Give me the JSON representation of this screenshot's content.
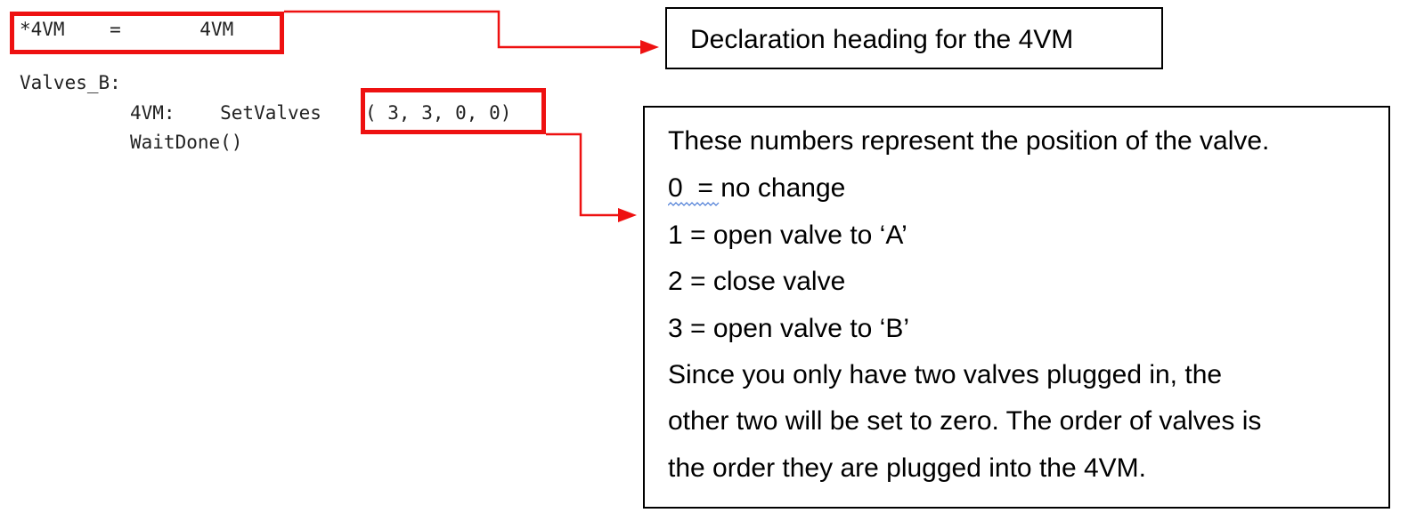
{
  "code": {
    "declaration_line": "*4VM    =       4VM",
    "label": "Valves_B:",
    "device_prefix": "4VM:    SetValves",
    "args": "( 3, 3, 0, 0)",
    "wait_line": "WaitDone()"
  },
  "callouts": {
    "declaration": {
      "text": "Declaration heading for the 4VM"
    },
    "numbers": {
      "lines": [
        "These numbers represent the position of the valve.",
        "0  = no change",
        "1 = open valve to ‘A’",
        "2 = close valve",
        "3 = open valve to ‘B’",
        "Since you only have two valves plugged in, the",
        "other two will be set to zero. The order of valves is",
        "the order they are plugged into the 4VM."
      ]
    }
  },
  "colors": {
    "highlight": "#ee1111",
    "arrow": "#ee1111",
    "text": "#000000",
    "spellcheck": "#4a7bd6"
  }
}
